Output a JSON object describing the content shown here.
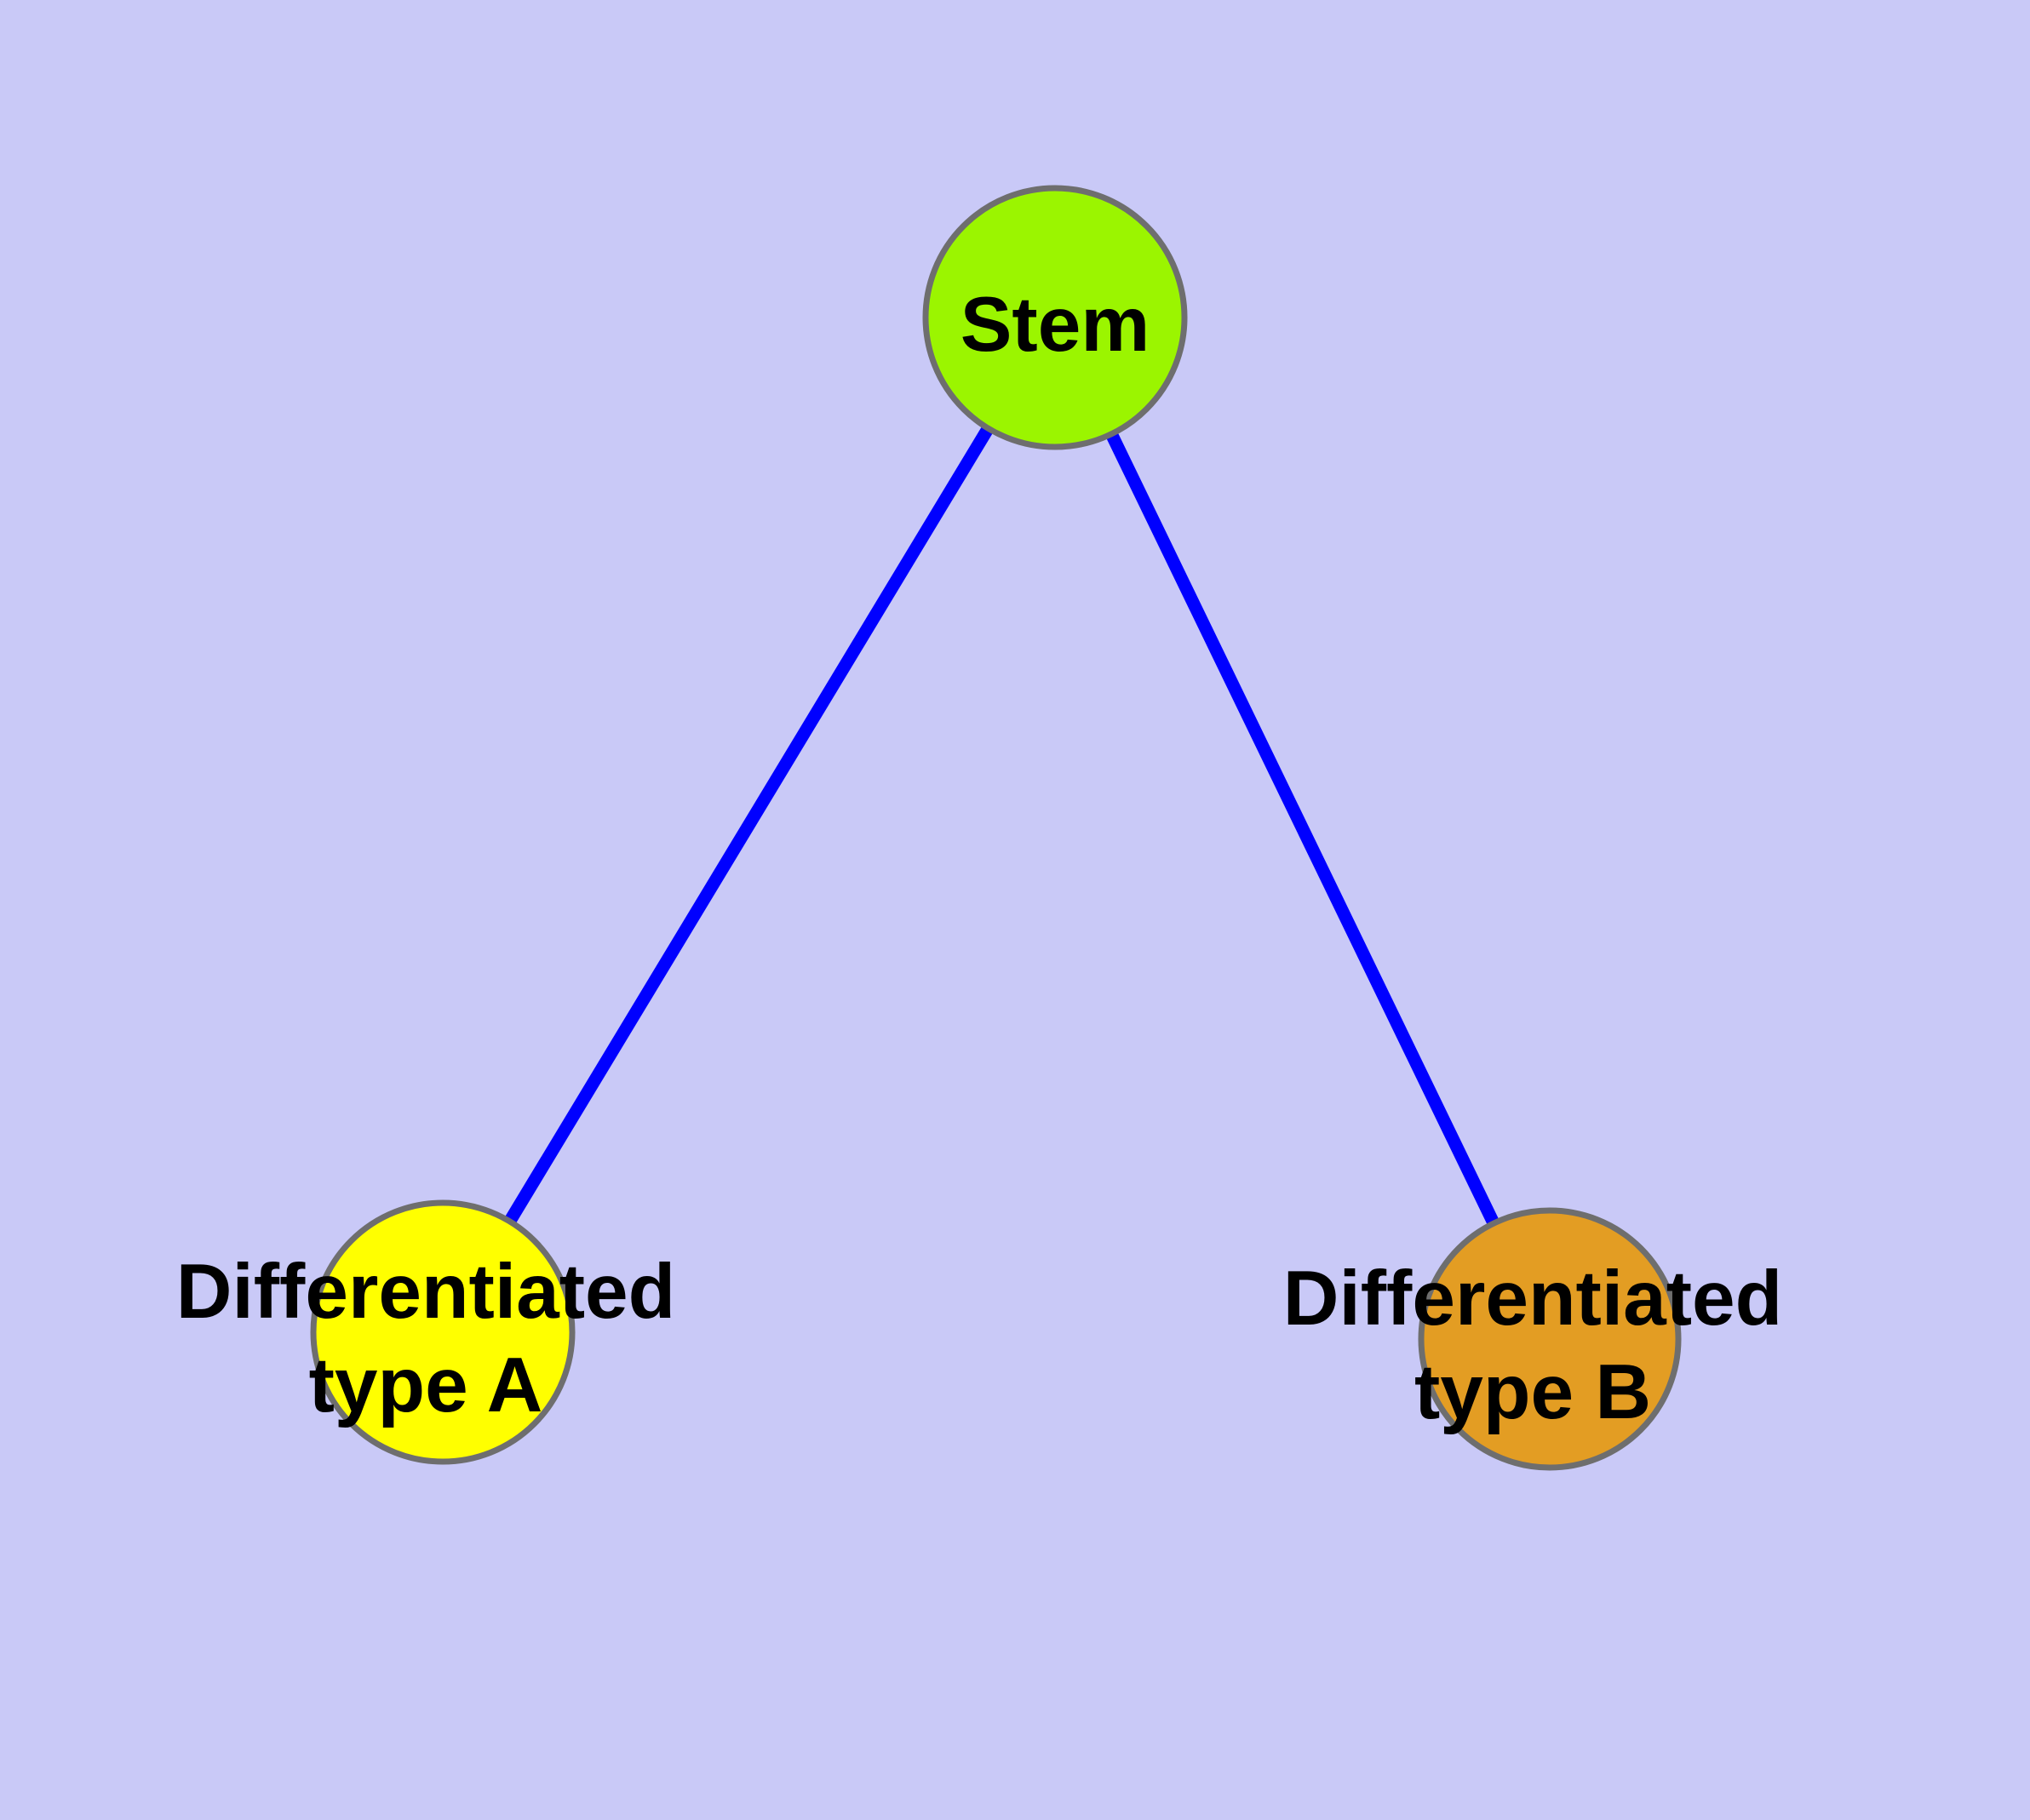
{
  "diagram": {
    "type": "graph",
    "background_color": "#C9C9F7",
    "edge_color": "#0000FF",
    "node_border_color": "#6E6E6E",
    "label_color": "#000000",
    "nodes": [
      {
        "id": "stem",
        "label": "Stem",
        "fill_color": "#9BF500"
      },
      {
        "id": "differentiated-type-a",
        "label": "Differentiated type A",
        "label_line1": "Differentiated",
        "label_line2": "type A",
        "fill_color": "#FFFF00"
      },
      {
        "id": "differentiated-type-b",
        "label": "Differentiated type B",
        "label_line1": "Differentiated",
        "label_line2": "type B",
        "fill_color": "#E39D23"
      }
    ],
    "edges": [
      {
        "from": "Stem",
        "to": "Differentiated type A"
      },
      {
        "from": "Stem",
        "to": "Differentiated type B"
      }
    ]
  }
}
